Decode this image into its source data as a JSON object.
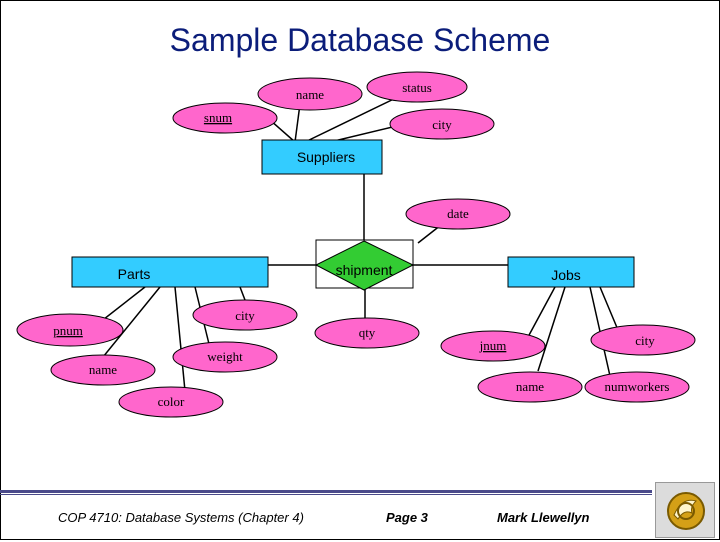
{
  "title": "Sample Database Scheme",
  "entities": {
    "suppliers": "Suppliers",
    "parts": "Parts",
    "jobs": "Jobs"
  },
  "relationship": "shipment",
  "attributes": {
    "supplier_name": "name",
    "supplier_status": "status",
    "supplier_snum": "snum",
    "supplier_city": "city",
    "shipment_date": "date",
    "shipment_qty": "qty",
    "part_city": "city",
    "part_pnum": "pnum",
    "part_weight": "weight",
    "part_name": "name",
    "part_color": "color",
    "job_jnum": "jnum",
    "job_city": "city",
    "job_name": "name",
    "job_numworkers": "numworkers"
  },
  "footer": {
    "course": "COP 4710: Database Systems  (Chapter 4)",
    "page": "Page 3",
    "author": "Mark Llewellyn"
  },
  "colors": {
    "attribute_fill": "#ff66cc",
    "entity_fill": "#33ccff",
    "relationship_fill": "#33cc33",
    "title": "#0b1d7a"
  }
}
